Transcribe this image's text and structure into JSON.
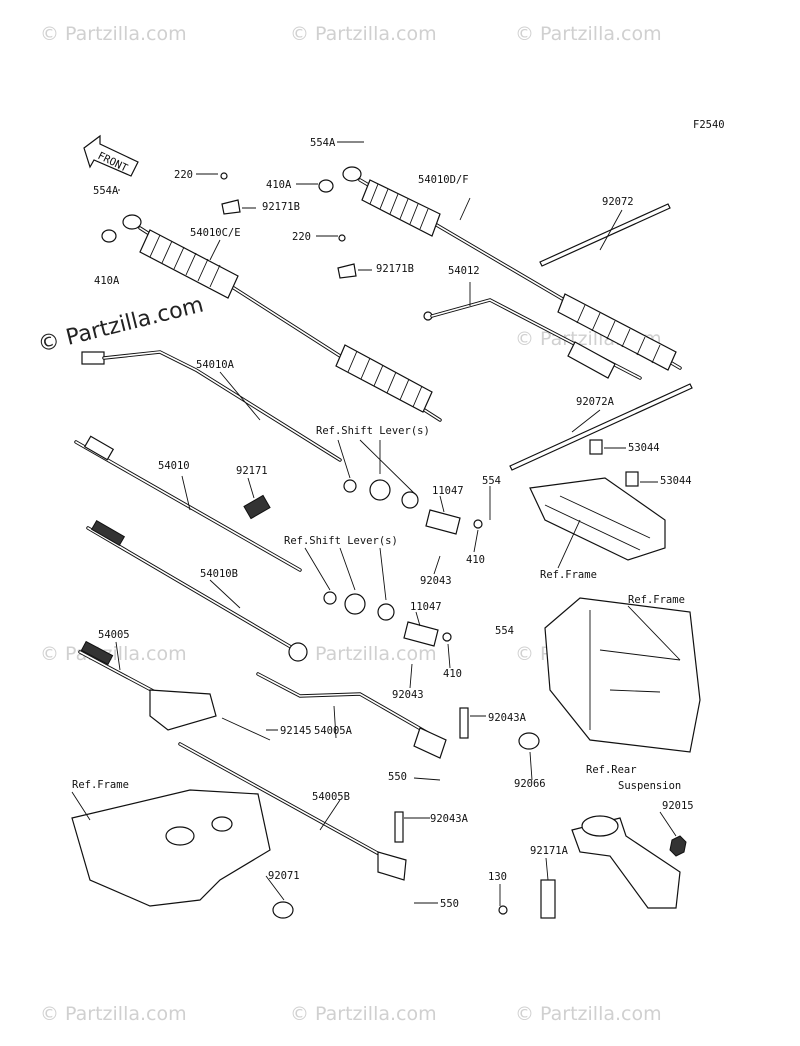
{
  "diagram_code": "F2540",
  "front_label": "FRONT",
  "watermark": "© Partzilla.com",
  "watermark_faint": "© Partzilla.com",
  "labels": {
    "p554A_top": "554A",
    "p554A_left": "554A",
    "p220_a": "220",
    "p220_b": "220",
    "p410A_mid": "410A",
    "p410A_left": "410A",
    "p92171B_a": "92171B",
    "p92171B_b": "92171B",
    "p54010DF": "54010D/F",
    "p92072": "92072",
    "p54010CE": "54010C/E",
    "p54012": "54012",
    "p54010A": "54010A",
    "p92072A": "92072A",
    "p53044_a": "53044",
    "p53044_b": "53044",
    "ref_shift_1": "Ref.Shift Lever(s)",
    "ref_shift_2": "Ref.Shift Lever(s)",
    "p54010": "54010",
    "p92171": "92171",
    "p11047_a": "11047",
    "p11047_b": "11047",
    "p554_a": "554",
    "p554_b": "554",
    "p410_a": "410",
    "p410_b": "410",
    "p92043_a": "92043",
    "p92043_b": "92043",
    "ref_frame_1": "Ref.Frame",
    "ref_frame_2": "Ref.Frame",
    "ref_frame_3": "Ref.Frame",
    "p54010B": "54010B",
    "p54005": "54005",
    "p92145": "92145",
    "p54005A": "54005A",
    "p92043A_a": "92043A",
    "p92043A_b": "92043A",
    "p550_a": "550",
    "p550_b": "550",
    "p92066": "92066",
    "ref_rear_1": "Ref.Rear",
    "ref_rear_2": "Suspension",
    "p92015": "92015",
    "p54005B": "54005B",
    "p92171A": "92171A",
    "p130": "130",
    "p92071": "92071"
  }
}
